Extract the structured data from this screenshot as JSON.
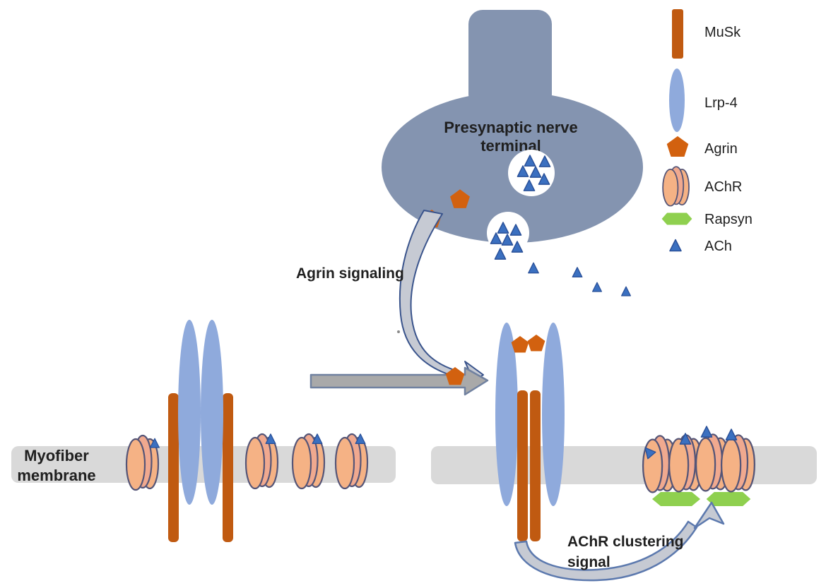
{
  "labels": {
    "presynaptic_line1": "Presynaptic nerve",
    "presynaptic_line2": "terminal",
    "agrin_signaling": "Agrin signaling",
    "myofiber_line1": "Myofiber",
    "myofiber_line2": "membrane",
    "achr_clustering_line1": "AChR clustering",
    "achr_clustering_line2": "signal"
  },
  "legend": {
    "items": [
      {
        "id": "musk",
        "label": "MuSk",
        "symbol": "musk-rectangle-icon"
      },
      {
        "id": "lrp4",
        "label": "Lrp-4",
        "symbol": "lrp4-ellipse-icon"
      },
      {
        "id": "agrin",
        "label": "Agrin",
        "symbol": "agrin-pentagon-icon"
      },
      {
        "id": "achr",
        "label": "AChR",
        "symbol": "achr-cluster-icon"
      },
      {
        "id": "rapsyn",
        "label": "Rapsyn",
        "symbol": "rapsyn-hexagon-icon"
      },
      {
        "id": "ach",
        "label": "ACh",
        "symbol": "ach-triangle-icon"
      }
    ]
  },
  "colors": {
    "terminal": "#8494B0",
    "lrp4": "#8FAADC",
    "musk": "#C05A11",
    "agrin": "#D2610F",
    "achrFill": "#F5B285",
    "achrMid": "#F0A98F",
    "achrStroke": "#555577",
    "rapsyn": "#8FD04F",
    "ach": "#3B70C0",
    "achStroke": "#2A5098",
    "membrane": "#D9D9D9",
    "vesicle": "#FFFFFF",
    "arrowFill": "#A9A9A9",
    "arrowStroke": "#7081A0",
    "curveFill": "#C6CAD3",
    "curveStroke1": "#3A548C",
    "curveStroke2": "#5C79AE",
    "text": "#1F1F1F",
    "background": "#FFFFFF"
  }
}
